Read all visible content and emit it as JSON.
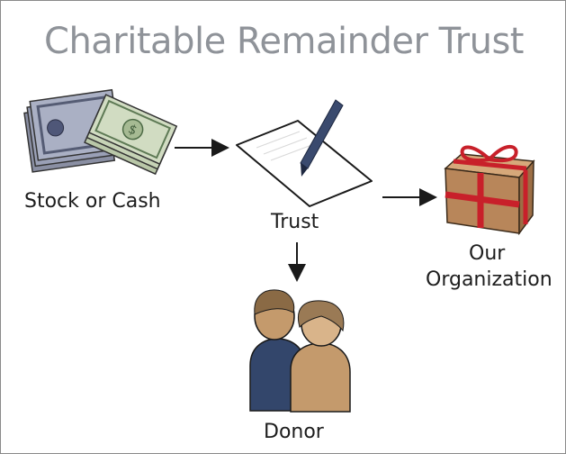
{
  "diagram": {
    "title": "Charitable Remainder Trust",
    "nodes": {
      "stock": "Stock or Cash",
      "trust": "Trust",
      "org_line1": "Our",
      "org_line2": "Organization",
      "donor": "Donor"
    },
    "edges": [
      {
        "from": "Stock or Cash",
        "to": "Trust"
      },
      {
        "from": "Trust",
        "to": "Our Organization"
      },
      {
        "from": "Trust",
        "to": "Donor"
      }
    ]
  },
  "colors": {
    "title": "#8f9399",
    "gift_box": "#b8865a",
    "ribbon": "#c8202a",
    "donor_dark": "#33466b",
    "donor_light": "#c49a6c",
    "pen": "#3a4a6e"
  }
}
